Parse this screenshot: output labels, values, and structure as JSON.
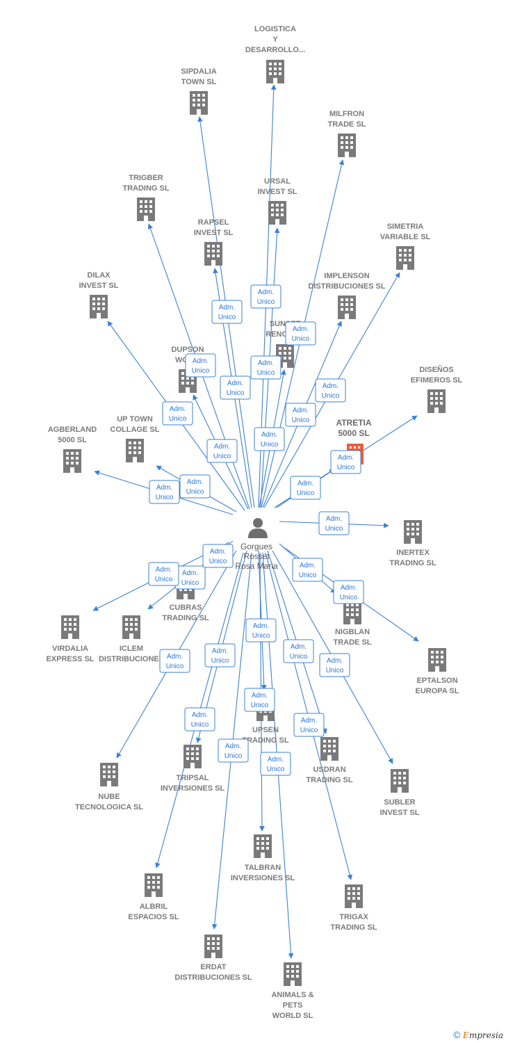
{
  "colors": {
    "edge": "#3b82d6",
    "building": "#7a7a7a",
    "focus_building": "#e8603c",
    "label": "#7a7a7a",
    "relation_text": "#2a78d4"
  },
  "person": {
    "icon": "person-icon",
    "name_lines": [
      "Gorgues",
      "Rosset",
      "Rosa Maria"
    ]
  },
  "focus_company": {
    "icon": "building-icon",
    "name_lines": [
      "ATRETIA",
      "5000  SL"
    ]
  },
  "companies": [
    {
      "id": "logistica",
      "name_lines": [
        "LOGISTICA",
        "Y",
        "DESARROLLO..."
      ],
      "icon": "building-icon"
    },
    {
      "id": "sipdalia",
      "name_lines": [
        "SIPDALIA",
        "TOWN SL"
      ],
      "icon": "building-icon"
    },
    {
      "id": "milfron",
      "name_lines": [
        "MILFRON",
        "TRADE SL"
      ],
      "icon": "building-icon"
    },
    {
      "id": "trigber",
      "name_lines": [
        "TRIGBER",
        "TRADING SL"
      ],
      "icon": "building-icon"
    },
    {
      "id": "ursal",
      "name_lines": [
        "URSAL",
        "INVEST SL"
      ],
      "icon": "building-icon"
    },
    {
      "id": "rapsel",
      "name_lines": [
        "RAPSEL",
        "INVEST SL"
      ],
      "icon": "building-icon"
    },
    {
      "id": "simetria",
      "name_lines": [
        "SIMETRIA",
        "VARIABLE SL"
      ],
      "icon": "building-icon"
    },
    {
      "id": "dilax",
      "name_lines": [
        "DILAX",
        "INVEST SL"
      ],
      "icon": "building-icon"
    },
    {
      "id": "implenson",
      "name_lines": [
        "IMPLENSON",
        "DISTRIBUCIONES SL"
      ],
      "icon": "building-icon"
    },
    {
      "id": "sunset",
      "name_lines": [
        "SUNSET",
        "RENOVA..."
      ],
      "icon": "building-icon"
    },
    {
      "id": "dupson",
      "name_lines": [
        "DUPSON",
        "WOR..."
      ],
      "icon": "building-icon"
    },
    {
      "id": "disenos",
      "name_lines": [
        "DISEÑOS",
        "EFIMEROS SL"
      ],
      "icon": "building-icon"
    },
    {
      "id": "uptown",
      "name_lines": [
        "UP TOWN",
        "COLLAGE SL"
      ],
      "icon": "building-icon"
    },
    {
      "id": "agberland",
      "name_lines": [
        "AGBERLAND",
        "5000 SL"
      ],
      "icon": "building-icon"
    },
    {
      "id": "inertex",
      "name_lines": [
        "INERTEX",
        "TRADING SL"
      ],
      "icon": "building-icon"
    },
    {
      "id": "cubras",
      "name_lines": [
        "CUBRAS",
        "TRADING SL"
      ],
      "icon": "building-icon"
    },
    {
      "id": "nigblan",
      "name_lines": [
        "NIGBLAN",
        "TRADE SL"
      ],
      "icon": "building-icon"
    },
    {
      "id": "virdalia",
      "name_lines": [
        "VIRDALIA",
        "EXPRESS SL"
      ],
      "icon": "building-icon"
    },
    {
      "id": "iclem",
      "name_lines": [
        "ICLEM",
        "DISTRIBUCIONES"
      ],
      "icon": "building-icon"
    },
    {
      "id": "eptalson",
      "name_lines": [
        "EPTALSON",
        "EUROPA SL"
      ],
      "icon": "building-icon"
    },
    {
      "id": "upsen",
      "name_lines": [
        "UPSEN",
        "TRADING SL"
      ],
      "icon": "building-icon"
    },
    {
      "id": "usdran",
      "name_lines": [
        "USDRAN",
        "TRADING SL"
      ],
      "icon": "building-icon"
    },
    {
      "id": "tripsal",
      "name_lines": [
        "TRIPSAL",
        "INVERSIONES SL"
      ],
      "icon": "building-icon"
    },
    {
      "id": "nube",
      "name_lines": [
        "NUBE",
        "TECNOLOGICA SL"
      ],
      "icon": "building-icon"
    },
    {
      "id": "subler",
      "name_lines": [
        "SUBLER",
        "INVEST SL"
      ],
      "icon": "building-icon"
    },
    {
      "id": "talbran",
      "name_lines": [
        "TALBRAN",
        "INVERSIONES SL"
      ],
      "icon": "building-icon"
    },
    {
      "id": "albril",
      "name_lines": [
        "ALBRIL",
        "ESPACIOS SL"
      ],
      "icon": "building-icon"
    },
    {
      "id": "trigax",
      "name_lines": [
        "TRIGAX",
        "TRADING SL"
      ],
      "icon": "building-icon"
    },
    {
      "id": "erdat",
      "name_lines": [
        "ERDAT",
        "DISTRIBUCIONES SL"
      ],
      "icon": "building-icon"
    },
    {
      "id": "animals",
      "name_lines": [
        "ANIMALS &",
        "PETS",
        "WORLD SL"
      ],
      "icon": "building-icon"
    }
  ],
  "relation_label_lines": [
    "Adm.",
    "Unico"
  ],
  "footer": {
    "copyright_symbol": "©",
    "brand_first": "E",
    "brand_rest": "mpresia"
  }
}
